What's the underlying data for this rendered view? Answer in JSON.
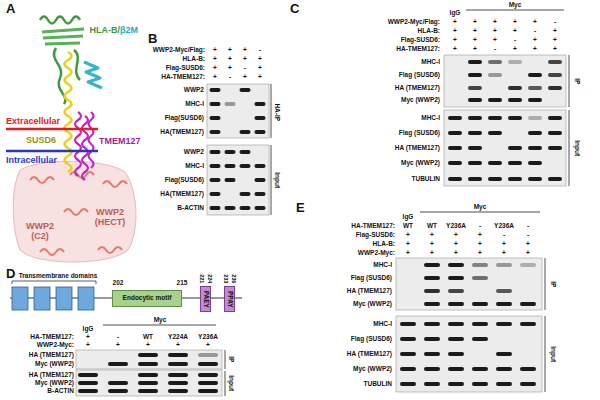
{
  "diagram": {
    "nodes": [
      {
        "text": [
          "Endocytic motif"
        ]
      },
      {
        "text": [
          "PAEY"
        ]
      },
      {
        "text": [
          "PPAY"
        ]
      }
    ],
    "labels": [
      "A",
      "HLA-B/",
      "β2M",
      "Extracellular",
      "SUSD6",
      "TMEM127",
      "Intracellular",
      "WWP2 (C2)",
      "WWP2 (HECT)",
      "B",
      "WWP2-Myc/Flag:",
      "+",
      "+",
      "+",
      "-",
      "HLA-B:",
      "+",
      "+",
      "+",
      "+",
      "Flag-SUSD6:",
      "+",
      "+",
      "-",
      "+",
      "HA-TMEM127:",
      "+",
      "-",
      "+",
      "+",
      "WWP2",
      "MHC-I",
      "Flag(SUSD6)",
      "HA(TMEM127)",
      "HA-IP",
      "WWP2",
      "MHC-I",
      "Flag(SUSD6)",
      "HA(TMEM127)",
      "B-ACTIN",
      "Input",
      "C",
      "IgG",
      "Myc",
      "WWP2-Myc/Flag:",
      "+",
      "+",
      "+",
      "+",
      "+",
      "-",
      "HLA-B:",
      "+",
      "+",
      "+",
      "+",
      "-",
      "+",
      "Flag-SUSD6:",
      "+",
      "+",
      "+",
      "-",
      "+",
      "+",
      "HA-TMEM127:",
      "+",
      "+",
      "-",
      "+",
      "+",
      "+",
      "MHC-I",
      "Flag (SUSD6)",
      "HA (TMEM127)",
      "Myc (WWP2)",
      "IP",
      "MHC-I",
      "Flag (SUSD6)",
      "HA (TMEM127)",
      "Myc (WWP2)",
      "TUBULIN",
      "Input",
      "D",
      "Transmembrane domains",
      "202",
      "215",
      "221",
      "224",
      "233",
      "236",
      "IgG",
      "Myc",
      "HA-TMEM127:",
      "+",
      "-",
      "WT",
      "Y224A",
      "Y236A",
      "WWP2-Myc:",
      "+",
      "+",
      "+",
      "+",
      "+",
      "HA (TMEM127)",
      "Myc (WWP2)",
      "IP",
      "HA (TMEM127)",
      "Myc (WWP2)",
      "B-ACTIN",
      "Input",
      "E",
      "IgG",
      "Myc",
      "HA-TMEM127:",
      "WT",
      "WT",
      "Y236A",
      "-",
      "Y236A",
      "-",
      "Flag-SUSD6:",
      "+",
      "+",
      "+",
      "+",
      "-",
      "-",
      "HLA-B:",
      "+",
      "+",
      "+",
      "+",
      "+",
      "+",
      "WWP2-Myc:",
      "+",
      "+",
      "+",
      "+",
      "+",
      "+",
      "MHC-I",
      "Flag (SUSD6)",
      "HA (TMEM127)",
      "Myc (WWP2)",
      "IP",
      "MHC-I",
      "Flag (SUSD6)",
      "HA (TMEM127)",
      "Myc (WWP2)",
      "TUBULIN",
      "Input"
    ]
  }
}
